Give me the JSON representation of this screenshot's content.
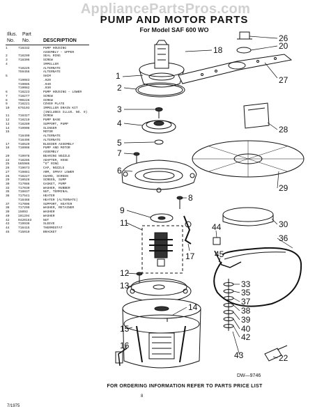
{
  "watermark": "AppliancePartsPros.com",
  "title": "PUMP AND MOTOR PARTS",
  "subtitle": "For Model SAF 600 WO",
  "table": {
    "header_illus": "Illus.",
    "header_no": "No.",
    "header_part": "Part",
    "header_partno": "No.",
    "header_desc": "DESCRIPTION",
    "rows": [
      {
        "no": "1",
        "part": "718332",
        "desc": "PUMP HOUSING"
      },
      {
        "no": "",
        "part": "",
        "desc": "ASSEMBLY – UPPER"
      },
      {
        "no": "2",
        "part": "718299",
        "desc": "SEAL RING"
      },
      {
        "no": "3",
        "part": "718306",
        "desc": "SCREW"
      },
      {
        "no": "4",
        "part": "",
        "desc": "IMPELLER"
      },
      {
        "no": "",
        "part": "718225",
        "desc": "ALTERNATE"
      },
      {
        "no": "",
        "part": "759456",
        "desc": "ALTERNATE"
      },
      {
        "no": "5",
        "part": "",
        "desc": "SHIM"
      },
      {
        "no": "",
        "part": "719083",
        "desc": ".020"
      },
      {
        "no": "",
        "part": "719085",
        "desc": ".040"
      },
      {
        "no": "",
        "part": "719082",
        "desc": ".030"
      },
      {
        "no": "6",
        "part": "718223",
        "desc": "PUMP HOUSING – LOWER"
      },
      {
        "no": "7",
        "part": "718277",
        "desc": "SCREW"
      },
      {
        "no": "8",
        "part": "700226",
        "desc": "SCREW"
      },
      {
        "no": "9",
        "part": "718221",
        "desc": "COVER PLATE"
      },
      {
        "no": "10",
        "part": "675103",
        "desc": "IMPELLER DRAIN KIT"
      },
      {
        "no": "",
        "part": "",
        "desc": "(INCLUDES ILLUS. NO. 9)"
      },
      {
        "no": "11",
        "part": "718327",
        "desc": "SCREW"
      },
      {
        "no": "12",
        "part": "718219",
        "desc": "PUMP BASE"
      },
      {
        "no": "13",
        "part": "718280",
        "desc": "SUPPORT, PUMP"
      },
      {
        "no": "14",
        "part": "719908",
        "desc": "SLINGER"
      },
      {
        "no": "15",
        "part": "",
        "desc": "MOTOR"
      },
      {
        "no": "",
        "part": "718490",
        "desc": "ALTERNATE"
      },
      {
        "no": "",
        "part": "718496",
        "desc": "ALTERNATE"
      },
      {
        "no": "17",
        "part": "718529",
        "desc": "BLEEDER ASSEMBLY"
      },
      {
        "no": "18",
        "part": "718988",
        "desc": "PUMP AND MOTOR"
      },
      {
        "no": "",
        "part": "",
        "desc": "ASSEMBLY"
      },
      {
        "no": "20",
        "part": "719978",
        "desc": "BEARING NOZZLE"
      },
      {
        "no": "22",
        "part": "718285",
        "desc": "ADAPTER, HOSE"
      },
      {
        "no": "25",
        "part": "565986",
        "desc": "\"O\" RING"
      },
      {
        "no": "26",
        "part": "719673",
        "desc": "CAP, NOZZLE"
      },
      {
        "no": "27",
        "part": "719881",
        "desc": "ARM, SPRAY LOWER"
      },
      {
        "no": "28",
        "part": "718227",
        "desc": "GUARD, SCREEN"
      },
      {
        "no": "29",
        "part": "718528",
        "desc": "SCREEN, SUMP"
      },
      {
        "no": "30",
        "part": "717086",
        "desc": "GASKET, PUMP"
      },
      {
        "no": "33",
        "part": "717030",
        "desc": "WASHER, RUBBER"
      },
      {
        "no": "35",
        "part": "718837",
        "desc": "NUT, TERMINAL"
      },
      {
        "no": "36",
        "part": "717541",
        "desc": "HEATER"
      },
      {
        "no": "",
        "part": "718488",
        "desc": "HEATER (ALTERNATE)"
      },
      {
        "no": "37",
        "part": "717006",
        "desc": "SUPPORT, HEATER"
      },
      {
        "no": "38",
        "part": "717299",
        "desc": "WASHER, RETAINER"
      },
      {
        "no": "39",
        "part": "15093",
        "desc": "WASHER"
      },
      {
        "no": "40",
        "part": "101294",
        "desc": "WASHER"
      },
      {
        "no": "42",
        "part": "9420163",
        "desc": "NUT"
      },
      {
        "no": "43",
        "part": "719936",
        "desc": "SLEEVE"
      },
      {
        "no": "44",
        "part": "716415",
        "desc": "THERMOSTAT"
      },
      {
        "no": "45",
        "part": "715010",
        "desc": "BRACKET"
      }
    ]
  },
  "callouts": [
    "1",
    "2",
    "3",
    "4",
    "5",
    "6",
    "7",
    "8",
    "9",
    "11",
    "12",
    "13",
    "14",
    "15",
    "16",
    "17",
    "18",
    "20",
    "22",
    "26",
    "27",
    "28",
    "29",
    "30",
    "33",
    "35",
    "36",
    "37",
    "38",
    "39",
    "40",
    "42",
    "43",
    "44",
    "45"
  ],
  "footer": "FOR ORDERING INFORMATION REFER TO PARTS PRICE LIST",
  "doc_number": "DW—9746",
  "page_number": "8",
  "print_code": "7/1975"
}
